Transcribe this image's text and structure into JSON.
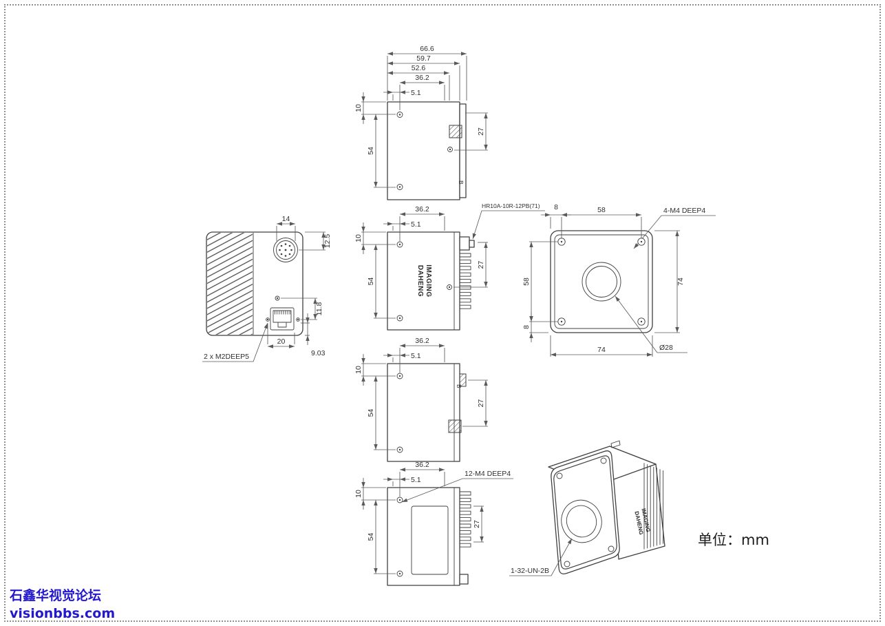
{
  "page": {
    "unit_label": "单位：mm",
    "watermark": {
      "line1": "石鑫华视觉论坛",
      "line2": "visionbbs.com",
      "color": "#2318cf"
    }
  },
  "top_view": {
    "d66_6": "66.6",
    "d59_7": "59.7",
    "d52_6": "52.6",
    "d36_2": "36.2",
    "d5_1": "5.1",
    "d10": "10",
    "d54": "54",
    "d27": "27",
    "marker_b": "B"
  },
  "back_view": {
    "d14": "14",
    "d12_5": "12.5",
    "d11_8": "11.8",
    "d20": "20",
    "d9_03": "9.03",
    "label_screws": "2 x  M2DEEP5"
  },
  "side_view_top": {
    "d36_2": "36.2",
    "d5_1": "5.1",
    "d10": "10",
    "d54": "54",
    "d27": "27",
    "label_connector": "HR10A-10R-12PB(71)",
    "logo_line1": "DAHENG",
    "logo_line2": "IMAGING"
  },
  "front_view": {
    "d8_top": "8",
    "d58_top": "58",
    "d58_left": "58",
    "d8_left": "8",
    "d74_right": "74",
    "d74_bottom": "74",
    "label_screws": "4-M4 DEEP4",
    "label_lens": "Ø28"
  },
  "side_view_mid": {
    "d36_2": "36.2",
    "d5_1": "5.1",
    "d10": "10",
    "d54": "54",
    "d27": "27",
    "marker_b": "B"
  },
  "side_view_bottom": {
    "d36_2": "36.2",
    "d5_1": "5.1",
    "d10": "10",
    "d54": "54",
    "d27": "27",
    "label_screws": "12-M4 DEEP4"
  },
  "iso_view": {
    "label_thread": "1-32-UN-2B",
    "logo_line1": "DAHENG",
    "logo_line2": "IMAGING"
  }
}
